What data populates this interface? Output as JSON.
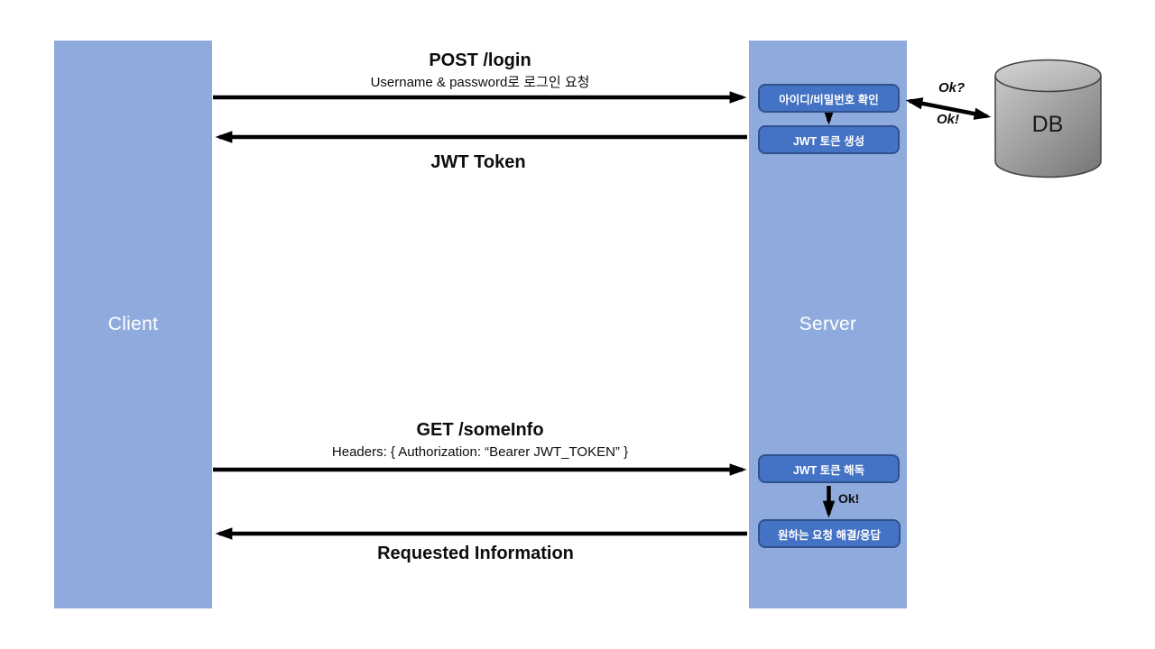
{
  "diagram": {
    "client": {
      "label": "Client"
    },
    "server": {
      "label": "Server",
      "steps": [
        {
          "label": "아이디/비밀번호 확인"
        },
        {
          "label": "JWT 토큰 생성"
        },
        {
          "label": "JWT 토큰 해독"
        },
        {
          "label": "원하는 요청 해결/응답"
        }
      ],
      "step_flow_ok_label": "Ok!"
    },
    "database": {
      "label": "DB",
      "query_label": "Ok?",
      "reply_label": "Ok!"
    },
    "messages": [
      {
        "title": "POST /login",
        "subtitle": "Username & password로 로그인 요청",
        "direction": "client-to-server"
      },
      {
        "title": "JWT Token",
        "direction": "server-to-client"
      },
      {
        "title": "GET /someInfo",
        "subtitle": "Headers: { Authorization: “Bearer JWT_TOKEN” }",
        "direction": "client-to-server"
      },
      {
        "title": "Requested Information",
        "direction": "server-to-client"
      }
    ],
    "colors": {
      "entity_fill": "#8FAADC",
      "entity_text": "#FFFFFF",
      "step_fill": "#4472C4",
      "step_border": "#2F528F",
      "step_text": "#FFFFFF",
      "arrow": "#000000",
      "text": "#0D0D0D",
      "db_body_light": "#C7C7C7",
      "db_body_dark": "#757575",
      "db_top_light": "#D4D4D4",
      "db_top_dark": "#A8A8A8",
      "db_outline": "#404040"
    }
  }
}
